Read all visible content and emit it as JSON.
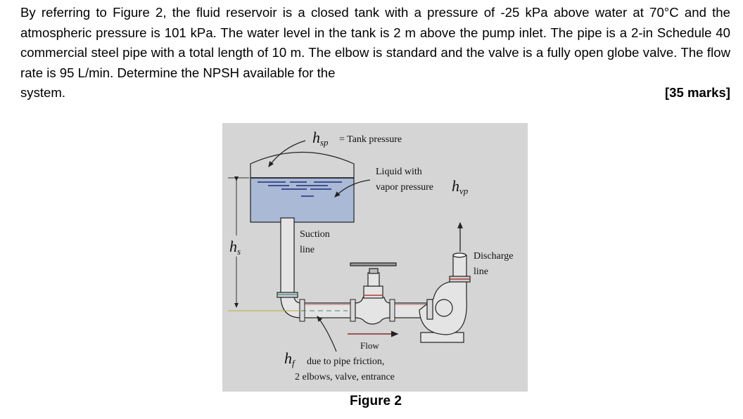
{
  "question": {
    "text": "By referring to Figure 2, the fluid reservoir is a closed tank with a pressure of -25 kPa above water at 70°C and the atmospheric pressure is 101 kPa. The water level in the tank is 2 m above the pump inlet. The pipe is a 2-in Schedule 40 commercial steel pipe with a total length of 10 m. The elbow is standard and the valve is a fully open globe valve. The flow rate is 95 L/min. Determine the NPSH available for the",
    "last_word": "system.",
    "marks": "[35 marks]"
  },
  "figure": {
    "caption": "Figure 2",
    "labels": {
      "hsp": "h",
      "hsp_sub": "sp",
      "tank_pressure": "= Tank pressure",
      "liquid_with": "Liquid with",
      "vapor_pressure": "vapor pressure",
      "hvp": "h",
      "hvp_sub": "vp",
      "hs": "h",
      "hs_sub": "s",
      "suction": "Suction",
      "suction_line": "line",
      "discharge": "Discharge",
      "discharge_line": "line",
      "flow": "Flow",
      "hf": "h",
      "hf_sub": "f",
      "friction": "due to pipe friction,",
      "friction2": "2 elbows, valve, entrance"
    },
    "colors": {
      "water": "#a9b9d6",
      "background": "#d5d5d5"
    }
  }
}
